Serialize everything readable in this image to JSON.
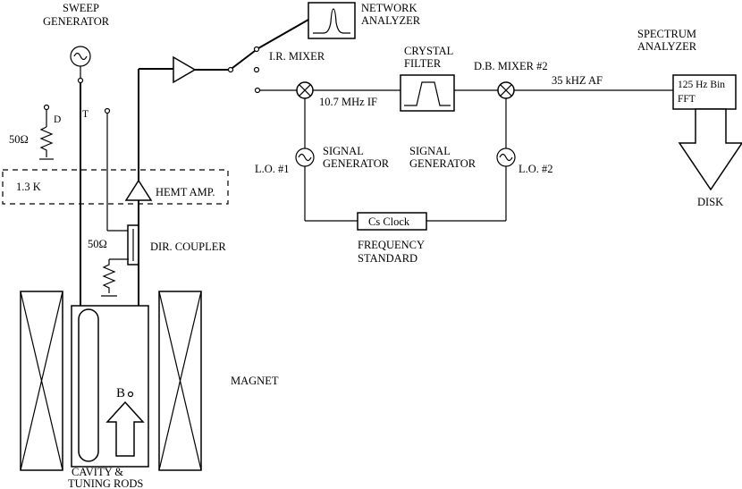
{
  "labels": {
    "sweep_generator_1": "SWEEP",
    "sweep_generator_2": "GENERATOR",
    "network_analyzer_1": "NETWORK",
    "network_analyzer_2": "ANALYZER",
    "ir_mixer": "I.R. MIXER",
    "crystal_filter_1": "CRYSTAL",
    "crystal_filter_2": "FILTER",
    "db_mixer": "D.B. MIXER #2",
    "spectrum_analyzer_1": "SPECTRUM",
    "spectrum_analyzer_2": "ANALYZER",
    "if_freq": "10.7 MHz IF",
    "af_freq": "35 kHZ AF",
    "fft_1": "125 Hz Bin",
    "fft_2": "FFT",
    "disk": "DISK",
    "signal_gen_1a": "SIGNAL",
    "signal_gen_1b": "GENERATOR",
    "signal_gen_2a": "SIGNAL",
    "signal_gen_2b": "GENERATOR",
    "lo1": "L.O. #1",
    "lo2": "L.O. #2",
    "cs_clock": "Cs Clock",
    "freq_standard_1": "FREQUENCY",
    "freq_standard_2": "STANDARD",
    "hemt_amp": "HEMT AMP.",
    "dir_coupler": "DIR. COUPLER",
    "r50_top": "50Ω",
    "r50_bottom": "50Ω",
    "port_d": "D",
    "port_t": "T",
    "temp": "1.3 K",
    "magnet": "MAGNET",
    "b_field": "B",
    "b_sub": "o",
    "cavity_1": "CAVITY &",
    "cavity_2": "TUNING RODS"
  }
}
